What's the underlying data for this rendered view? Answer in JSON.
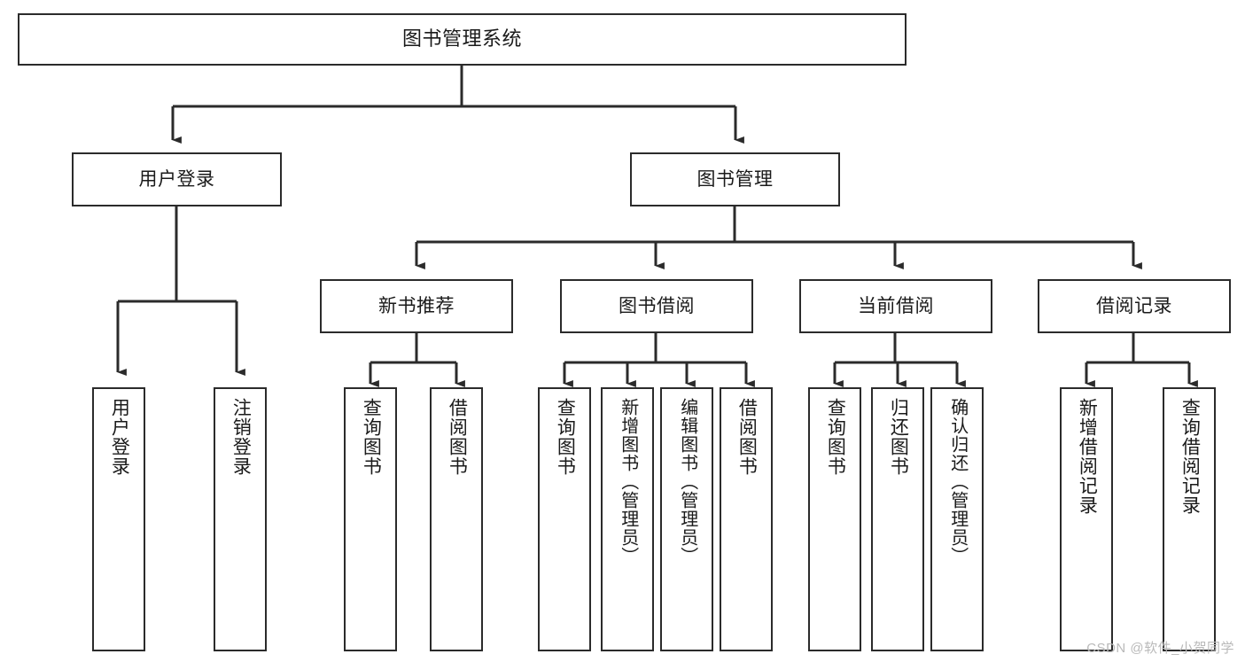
{
  "diagram": {
    "title": "图书管理系统",
    "type": "tree-hierarchy-diagram",
    "colors": {
      "box_border": "#2b2b2b",
      "box_fill": "#ffffff",
      "connector": "#2b2b2b",
      "background": "#ffffff",
      "watermark": "#b9b9b9"
    },
    "root": {
      "label": "图书管理系统"
    },
    "level2": [
      {
        "label": "用户登录"
      },
      {
        "label": "图书管理"
      }
    ],
    "level3": [
      {
        "label": "新书推荐"
      },
      {
        "label": "图书借阅"
      },
      {
        "label": "当前借阅"
      },
      {
        "label": "借阅记录"
      }
    ],
    "leaves": [
      {
        "label": "用户登录",
        "parent": "用户登录"
      },
      {
        "label": "注销登录",
        "parent": "用户登录"
      },
      {
        "label": "查询图书",
        "parent": "新书推荐"
      },
      {
        "label": "借阅图书",
        "parent": "新书推荐"
      },
      {
        "label": "查询图书",
        "parent": "图书借阅"
      },
      {
        "label": "新增图书（管理员）",
        "parent": "图书借阅"
      },
      {
        "label": "编辑图书（管理员）",
        "parent": "图书借阅"
      },
      {
        "label": "借阅图书",
        "parent": "图书借阅"
      },
      {
        "label": "查询图书",
        "parent": "当前借阅"
      },
      {
        "label": "归还图书",
        "parent": "当前借阅"
      },
      {
        "label": "确认归还（管理员）",
        "parent": "当前借阅"
      },
      {
        "label": "新增借阅记录",
        "parent": "借阅记录"
      },
      {
        "label": "查询借阅记录",
        "parent": "借阅记录"
      }
    ],
    "watermark": "CSDN @软件_小贺同学"
  }
}
